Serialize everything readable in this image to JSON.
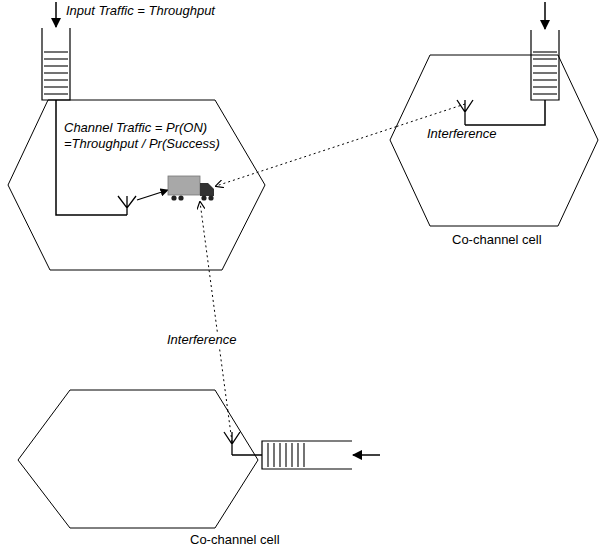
{
  "diagram": {
    "nodes": [
      {
        "text": [
          "Channel Traffic = Pr(ON) =Throughput / Pr(Success)"
        ]
      },
      {
        "text": [
          "Co-channel cell"
        ]
      },
      {
        "text": [
          "Co-channel cell"
        ]
      }
    ],
    "edges": [
      {
        "from": 1,
        "to": 0,
        "arrow": "to",
        "label": "Interference"
      },
      {
        "from": 2,
        "to": 0,
        "arrow": "to",
        "label": "Interference"
      }
    ],
    "labels": [
      "Input Traffic = Throughput"
    ]
  }
}
